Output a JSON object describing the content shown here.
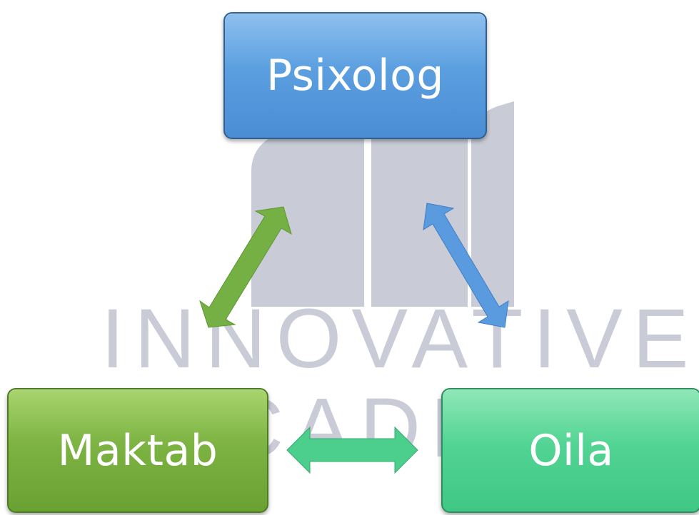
{
  "nodes": {
    "psixolog": "Psixolog",
    "maktab": "Maktab",
    "oila": "Oila"
  },
  "watermark": {
    "line1": "INNOVATIVE",
    "line2": "ACADEMY"
  },
  "colors": {
    "psixolog_fill": "#5b9fe0",
    "maktab_fill": "#7cb342",
    "oila_fill": "#52d494",
    "arrow_maktab_psixolog": "#74b043",
    "arrow_oila_psixolog": "#5a9be0",
    "arrow_maktab_oila": "#4ccf8c",
    "watermark": "#c9ccd6"
  }
}
